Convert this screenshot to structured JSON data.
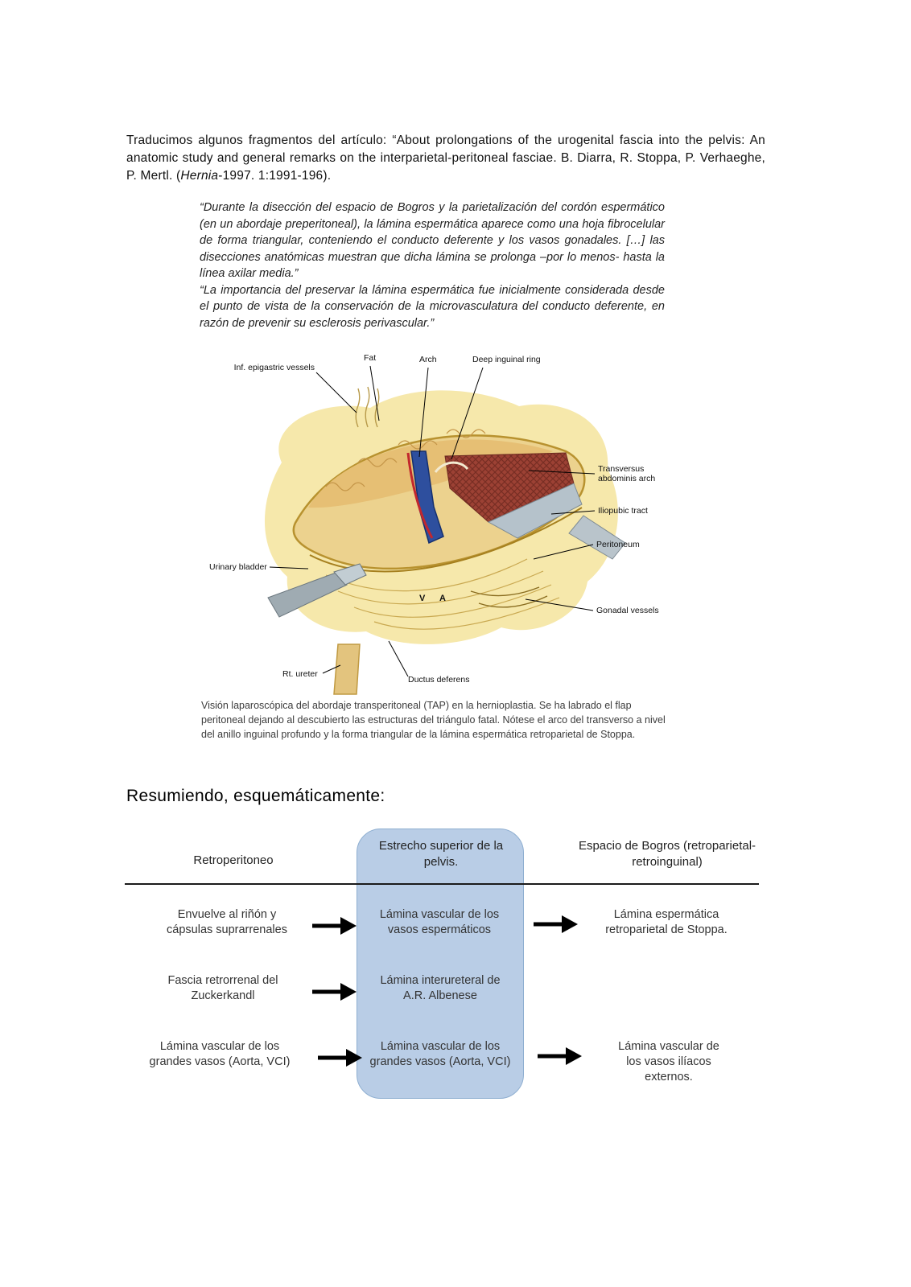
{
  "intro": {
    "part1": "Traducimos algunos fragmentos del artículo: “About prolongations of the urogenital fascia into the pelvis: An anatomic study and general remarks on the interparietal-peritoneal fasciae. B. Diarra, R. Stoppa, P. Verhaeghe, P. Mertl. (",
    "italic": "Hernia",
    "part2": "-1997. 1:1991-196)."
  },
  "quote": {
    "p1": "“Durante la disección del espacio de Bogros y la parietalización del cordón espermático (en un abordaje preperitoneal), la lámina espermática aparece como una hoja fibrocelular de forma triangular, conteniendo el conducto deferente y los vasos gonadales. […] las disecciones anatómicas muestran que dicha lámina se prolonga –por lo menos- hasta la línea axilar media.”",
    "p2": "“La importancia del preservar la lámina espermática fue inicialmente considerada desde el punto de vista de la conservación de la microvasculatura del conducto deferente, en razón de prevenir su esclerosis perivascular.”"
  },
  "figure": {
    "labels": {
      "fat": "Fat",
      "arch": "Arch",
      "deep_inguinal_ring": "Deep inguinal ring",
      "inf_epigastric_vessels": "Inf. epigastric vessels",
      "transversus_abdominis_arch": "Transversus abdominis arch",
      "iliopubic_tract": "Iliopubic tract",
      "peritoneum": "Peritoneum",
      "urinary_bladder": "Urinary bladder",
      "gonadal_vessels": "Gonadal vessels",
      "rt_ureter": "Rt. ureter",
      "ductus_deferens": "Ductus deferens",
      "v": "V",
      "a": "A"
    },
    "caption": "Visión laparoscópica del abordaje transperitoneal (TAP) en la hernioplastia. Se ha labrado el flap peritoneal dejando al descubierto las estructuras del triángulo fatal. Nótese el arco del transverso a nivel del anillo inguinal profundo y la forma triangular de la lámina espermática retroparietal de Stoppa."
  },
  "summary": {
    "heading": "Resumiendo, esquemáticamente:",
    "columns": {
      "col1": "Retroperitoneo",
      "col2": "Estrecho superior de la pelvis.",
      "col3": "Espacio de Bogros (retroparietal- retroinguinal)"
    },
    "rows": [
      {
        "c1": "Envuelve al riñón y cápsulas suprarrenales",
        "c2": "Lámina vascular de los vasos espermáticos",
        "c3": "Lámina espermática retroparietal de Stoppa."
      },
      {
        "c1": "Fascia retrorrenal del Zuckerkandl",
        "c2": "Lámina interureteral de A.R. Albenese",
        "c3": ""
      },
      {
        "c1": "Lámina vascular de los grandes vasos (Aorta, VCI)",
        "c2": "Lámina vascular de los grandes vasos (Aorta, VCI)",
        "c3": "Lámina vascular de los vasos ilíacos externos."
      }
    ]
  },
  "colors": {
    "box_fill": "#b9cde6",
    "box_border": "#8fafd1",
    "flesh_yellow": "#f6e8ab",
    "fat_orange": "#e6bf74",
    "mesh_red": "#9c4134",
    "tract_gray": "#b5c2cb",
    "vessel_blue": "#2e4f9e",
    "artery_red": "#c2272d"
  }
}
